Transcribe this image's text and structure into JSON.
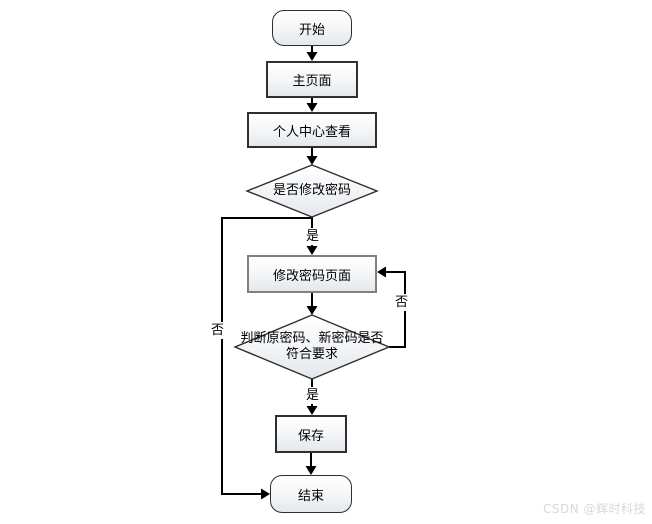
{
  "flowchart": {
    "nodes": {
      "start": {
        "label": "开始"
      },
      "main_page": {
        "label": "主页面"
      },
      "personal_center": {
        "label": "个人中心查看"
      },
      "decision_modify_password": {
        "label": "是否修改密码"
      },
      "modify_password_page": {
        "label": "修改密码页面"
      },
      "decision_password_valid": {
        "label_line1": "判断原密码、新密码是否",
        "label_line2": "符合要求"
      },
      "save": {
        "label": "保存"
      },
      "end": {
        "label": "结束"
      }
    },
    "edge_labels": {
      "modify_yes": "是",
      "modify_no": "否",
      "valid_no": "否",
      "valid_yes": "是"
    },
    "colors": {
      "shape_border": "#2f2f2f",
      "modify_page_border": "#808080",
      "shape_fill_top": "#ffffff",
      "shape_fill_bottom": "#e4e7ec",
      "connector": "#000000"
    }
  },
  "watermark": {
    "text": "CSDN @辉时科技",
    "color": "#d8d8d8"
  }
}
